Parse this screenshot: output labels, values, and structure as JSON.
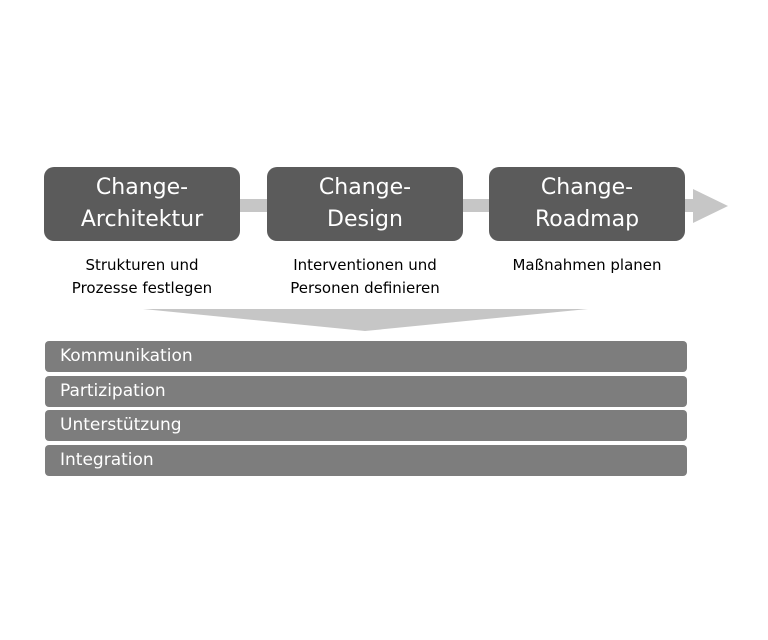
{
  "phases": [
    {
      "title": "Change-\nArchitektur",
      "description": "Strukturen und\nProzesse festlegen"
    },
    {
      "title": "Change-\nDesign",
      "description": "Interventionen und\nPersonen definieren"
    },
    {
      "title": "Change-\nRoadmap",
      "description": "Maßnahmen planen"
    }
  ],
  "bars": [
    {
      "label": "Kommunikation"
    },
    {
      "label": "Partizipation"
    },
    {
      "label": "Unterstützung"
    },
    {
      "label": "Integration"
    }
  ],
  "colors": {
    "phase_box": "#5b5b5b",
    "bar": "#7d7d7d",
    "arrow": "#c6c6c6"
  }
}
